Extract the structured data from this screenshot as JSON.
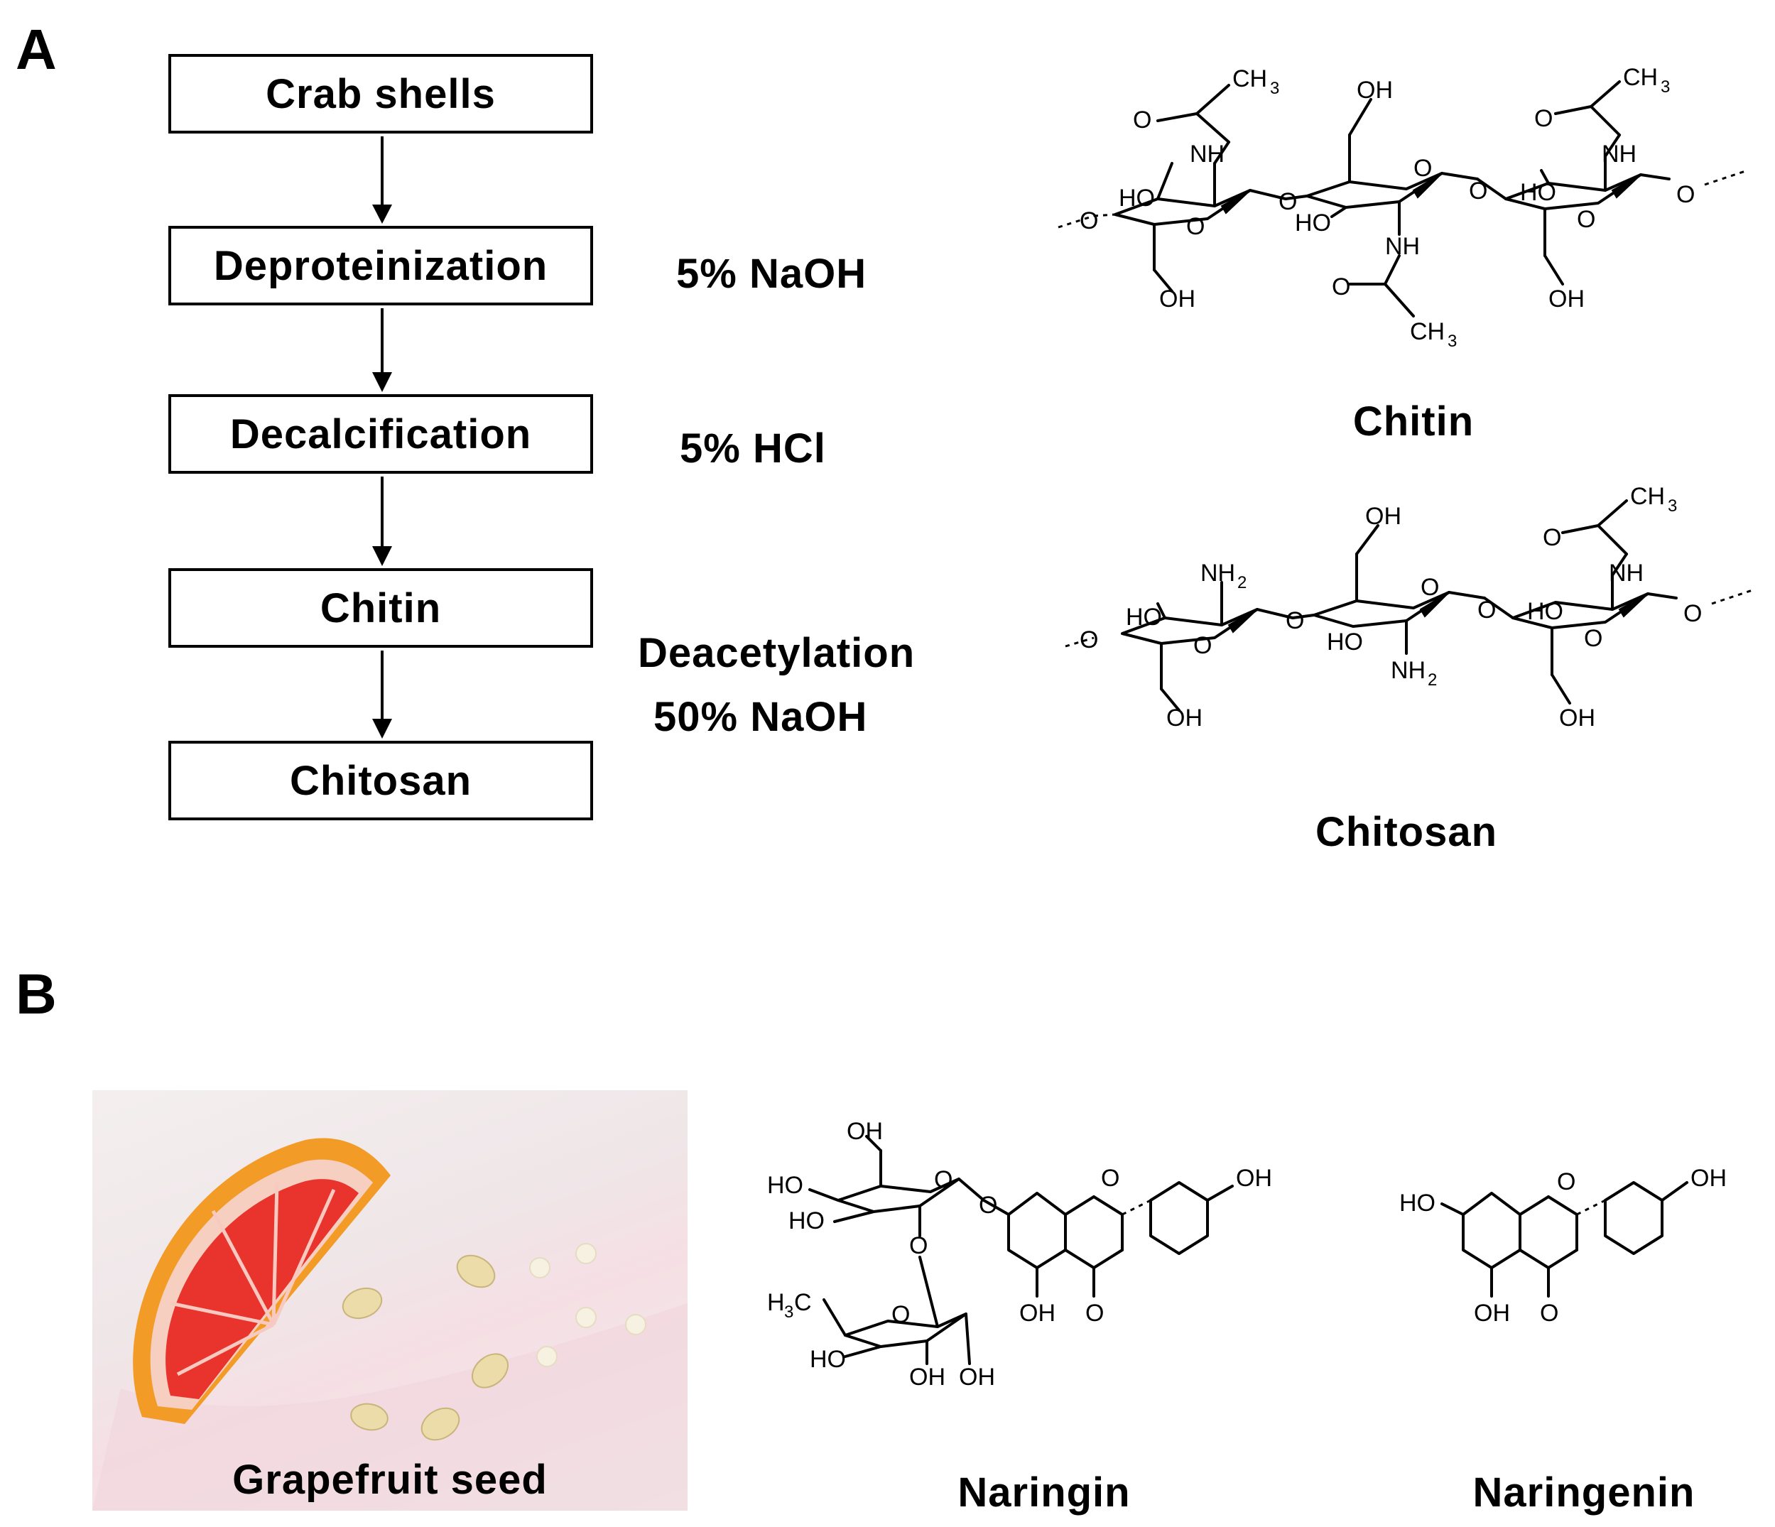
{
  "panels": {
    "a_label": "A",
    "b_label": "B"
  },
  "flow": {
    "steps": [
      "Crab shells",
      "Deproteinization",
      "Decalcification",
      "Chitin",
      "Chitosan"
    ],
    "conditions": {
      "deproteinization": "5% NaOH",
      "decalcification": "5% HCl",
      "deacetylation_line1": "Deacetylation",
      "deacetylation_line2": "50% NaOH"
    }
  },
  "structures": {
    "chitin_caption": "Chitin",
    "chitosan_caption": "Chitosan",
    "naringin_caption": "Naringin",
    "naringenin_caption": "Naringenin",
    "atoms": {
      "oh": "OH",
      "ho": "HO",
      "o": "O",
      "nh": "NH",
      "nh2": "NH",
      "ch3": "CH",
      "h3c": "H",
      "sub2": "2",
      "sub3": "3"
    }
  },
  "photo": {
    "caption": "Grapefruit seed"
  }
}
